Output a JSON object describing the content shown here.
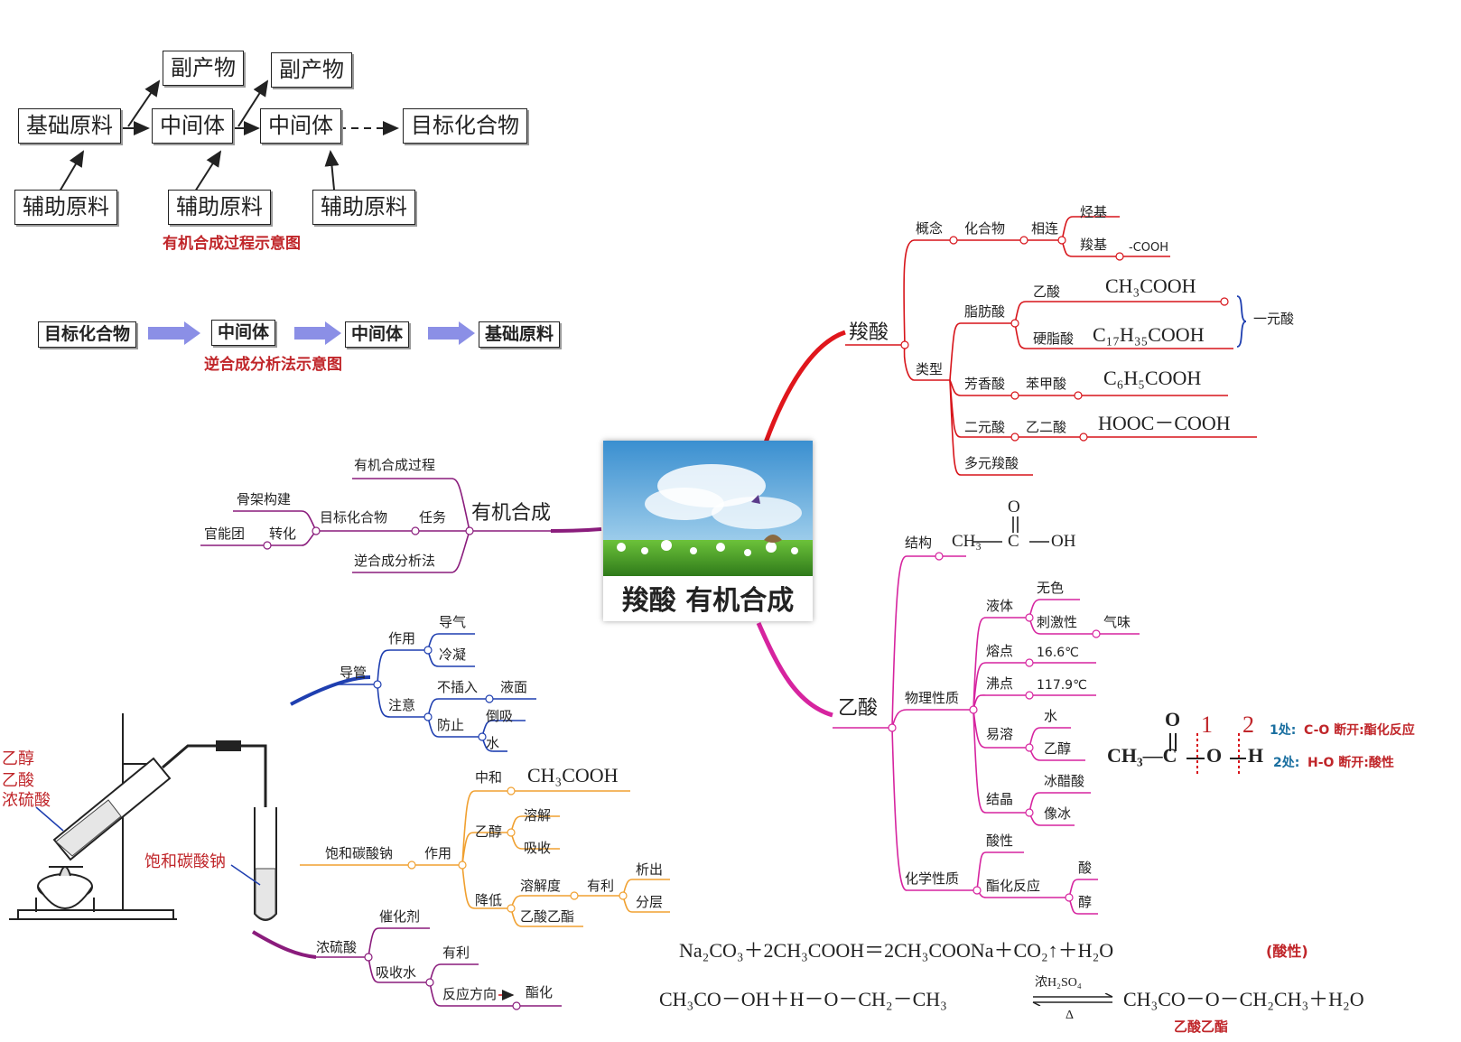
{
  "colors": {
    "red_branch": "#d7141a",
    "magenta_branch": "#d6249f",
    "purple_branch": "#8a1c7c",
    "blue_branch": "#1f3fb0",
    "orange_branch": "#f0a030",
    "annotation_red": "#c0262a",
    "annotation_blue": "#1a6fa0",
    "arrow_fill": "#8b8fe6"
  },
  "process_diagram": {
    "base": "基础原料",
    "intermediate1": "中间体",
    "intermediate2": "中间体",
    "target": "目标化合物",
    "byproduct1": "副产物",
    "byproduct2": "副产物",
    "aux1": "辅助原料",
    "aux2": "辅助原料",
    "aux3": "辅助原料",
    "caption": "有机合成过程示意图"
  },
  "retro_diagram": {
    "target": "目标化合物",
    "intermediate1": "中间体",
    "intermediate2": "中间体",
    "base": "基础原料",
    "caption": "逆合成分析法示意图"
  },
  "center": {
    "title": "羧酸 有机合成"
  },
  "carboxylic": {
    "root": "羧酸",
    "concept": "概念",
    "compound": "化合物",
    "connected": "相连",
    "hydrocarbyl": "烃基",
    "carboxyl": "羧基",
    "cooh": "-COOH",
    "types": "类型",
    "fatty": "脂肪酸",
    "acetic": "乙酸",
    "acetic_formula": "CH₃COOH",
    "stearic": "硬脂酸",
    "stearic_formula": "C₁₇H₃₅COOH",
    "monoacid": "一元酸",
    "aromatic": "芳香酸",
    "benzoic": "苯甲酸",
    "benzoic_formula": "C₆H₅COOH",
    "diacid": "二元酸",
    "oxalic": "乙二酸",
    "oxalic_formula": "HOOC－COOH",
    "polyacid": "多元羧酸"
  },
  "acetic": {
    "root": "乙酸",
    "structure": "结构",
    "struct_ch3": "CH₃",
    "struct_c": "C",
    "struct_o": "O",
    "struct_oh": "OH",
    "physical": "物理性质",
    "liquid": "液体",
    "colorless": "无色",
    "pungent": "刺激性",
    "smell": "气味",
    "mp": "熔点",
    "mp_val": "16.6℃",
    "bp": "沸点",
    "bp_val": "117.9℃",
    "soluble": "易溶",
    "water": "水",
    "ethanol": "乙醇",
    "crystal": "结晶",
    "glacial": "冰醋酸",
    "like_ice": "像冰",
    "chemical": "化学性质",
    "acidity": "酸性",
    "esterification": "酯化反应",
    "acid": "酸",
    "alcohol": "醇"
  },
  "bond_break": {
    "formula_left": "CH₃—C",
    "o_top": "O",
    "o_mid": "O",
    "h": "H",
    "mark1": "1",
    "mark2": "2",
    "site1_label": "1处:",
    "site1_text": "C-O 断开:酯化反应",
    "site2_label": "2处:",
    "site2_text": "H-O 断开:酸性"
  },
  "synthesis": {
    "root": "有机合成",
    "process": "有机合成过程",
    "task": "任务",
    "target": "目标化合物",
    "skeleton": "骨架构建",
    "conversion": "转化",
    "functional_group": "官能团",
    "retro": "逆合成分析法"
  },
  "apparatus": {
    "tube": "导管",
    "role": "作用",
    "guide_gas": "导气",
    "condense": "冷凝",
    "attention": "注意",
    "no_insert": "不插入",
    "surface": "液面",
    "prevent": "防止",
    "suck_back": "倒吸",
    "water": "水",
    "sodium_carbonate": "饱和碳酸钠",
    "sc_role": "作用",
    "neutralize": "中和",
    "neutralize_formula": "CH₃COOH",
    "ethanol": "乙醇",
    "dissolve": "溶解",
    "absorb": "吸收",
    "reduce": "降低",
    "solubility": "溶解度",
    "favorable": "有利",
    "precipitate": "析出",
    "layering": "分层",
    "ethyl_acetate": "乙酸乙酯",
    "sulfuric": "浓硫酸",
    "catalyst": "催化剂",
    "absorb_water": "吸收水",
    "favorable2": "有利",
    "direction": "反应方向",
    "esterify": "酯化",
    "label_reagents_1": "乙醇",
    "label_reagents_2": "乙酸",
    "label_reagents_3": "浓硫酸",
    "label_sc": "饱和碳酸钠"
  },
  "equations": {
    "eq1": "Na₂CO₃＋2CH₃COOH＝2CH₃COONa＋CO₂↑＋H₂O",
    "eq1_note": "(酸性)",
    "eq2_left": "CH₃CO－OH＋H－O－CH₂－CH₃",
    "eq2_cond_top": "浓H₂SO₄",
    "eq2_cond_bottom": "Δ",
    "eq2_right": "CH₃CO－O－CH₂CH₃＋H₂O",
    "eq2_product": "乙酸乙酯"
  }
}
